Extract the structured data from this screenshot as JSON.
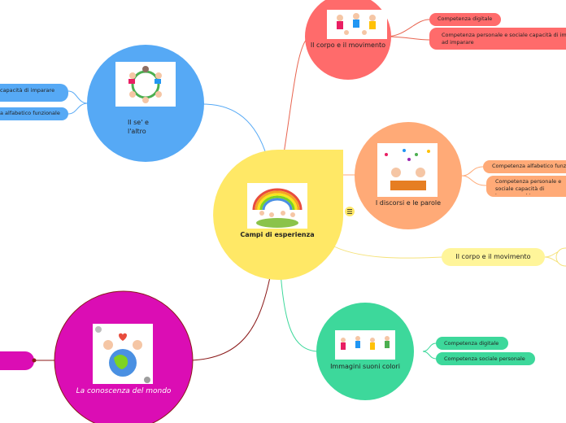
{
  "center": {
    "label": "Campi di esperienza",
    "color": "#FFE866"
  },
  "topics": [
    {
      "id": "il-corpo",
      "label": "Il corpo e il movimento",
      "color": "#FF6B6B",
      "children": [
        "Competenza digitale",
        "Competenza personale e sociale capacità di imparare ad imparare"
      ]
    },
    {
      "id": "il-se",
      "label_line1": "Il se' e",
      "label_line2": "l'altro",
      "color": "#56A9F5",
      "children": [
        "capacità di imparare",
        "a alfabetico funzionale"
      ]
    },
    {
      "id": "i-discorsi",
      "label": "I discorsi e le parole",
      "color": "#FFAA77",
      "children": [
        "Competenza alfabetico funzionale",
        "Competenza personale e sociale capacità di imparare ad imparare"
      ]
    },
    {
      "id": "corpo-2",
      "label": "Il corpo e il movimento",
      "color": "#FFF59A"
    },
    {
      "id": "immagini",
      "label": "Immagini suoni colori",
      "color": "#3DD89B",
      "children": [
        "Competenza digitale",
        "Competenza sociale personale"
      ]
    },
    {
      "id": "conoscenza",
      "label": "La conoscenza del mondo",
      "color": "#DB0DB4"
    }
  ],
  "colors": {
    "connector_red": "#E8644F",
    "connector_blue": "#56A9F5",
    "connector_green": "#3DD89B",
    "connector_yellow": "#F5E27A",
    "connector_dark": "#8B1A1A",
    "connector_orange": "#FFAA77"
  },
  "icons": {
    "notes": "notes-icon"
  }
}
